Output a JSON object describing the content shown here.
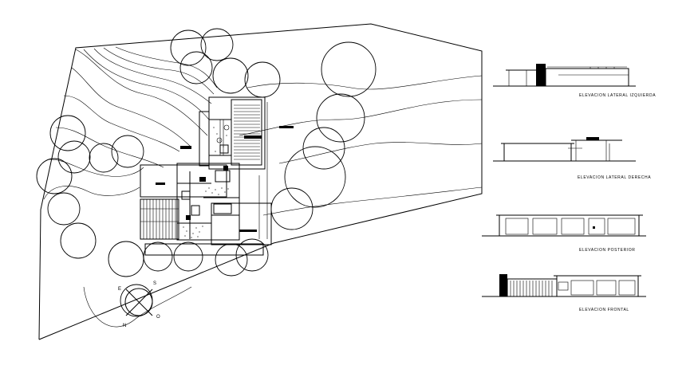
{
  "drawing": {
    "elevations": [
      {
        "id": "lateral-izquierda",
        "label": "ELEVACION LATERAL IZQUIERDA"
      },
      {
        "id": "lateral-derecha",
        "label": "ELEVACION LATERAL DERECHA"
      },
      {
        "id": "posterior",
        "label": "ELEVACION POSTERIOR"
      },
      {
        "id": "frontal",
        "label": "ELEVACION FRONTAL"
      }
    ],
    "compass": {
      "e": "E",
      "s": "S",
      "n": "N",
      "o": "O"
    }
  }
}
